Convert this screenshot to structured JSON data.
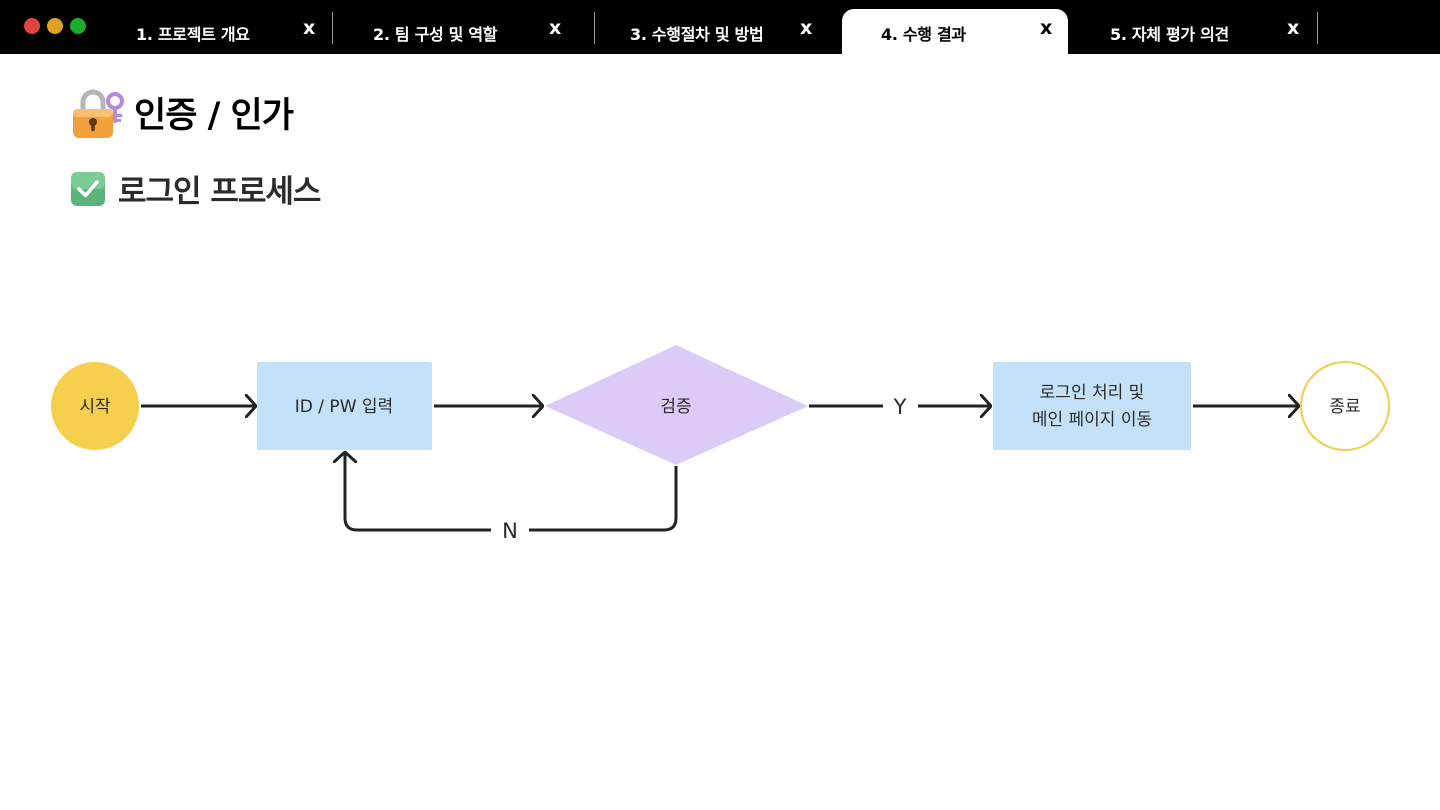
{
  "tabs": [
    {
      "label": "1. 프로젝트 개요",
      "close": "x",
      "active": false
    },
    {
      "label": "2. 팀 구성 및 역할",
      "close": "x",
      "active": false
    },
    {
      "label": "3. 수행절차 및 방법",
      "close": "x",
      "active": false
    },
    {
      "label": "4. 수행 결과",
      "close": "x",
      "active": true
    },
    {
      "label": "5. 자체 평가 의견",
      "close": "x",
      "active": false
    }
  ],
  "window_controls": {
    "close_color": "#e0443e",
    "minimize_color": "#dea123",
    "maximize_color": "#1aab29"
  },
  "page": {
    "title": "인증 / 인가",
    "title_icon": "lock-with-key-icon",
    "subtitle": "로그인 프로세스",
    "subtitle_icon": "check-mark-button-icon"
  },
  "flow": {
    "nodes": {
      "start": {
        "label": "시작",
        "shape": "circle",
        "fill": "#f7cf4e"
      },
      "input": {
        "label": "ID / PW 입력",
        "shape": "rect",
        "fill": "#c4e1fa"
      },
      "verify": {
        "label": "검증",
        "shape": "diamond",
        "fill": "#dccbf7"
      },
      "login": {
        "line1": "로그인 처리 및",
        "line2": "메인 페이지 이동",
        "shape": "rect",
        "fill": "#c4e1fa"
      },
      "end": {
        "label": "종료",
        "shape": "circle",
        "fill": "#ffffff",
        "stroke": "#f1cf4e"
      }
    },
    "edges": {
      "yes_label": "Y",
      "no_label": "N"
    }
  }
}
